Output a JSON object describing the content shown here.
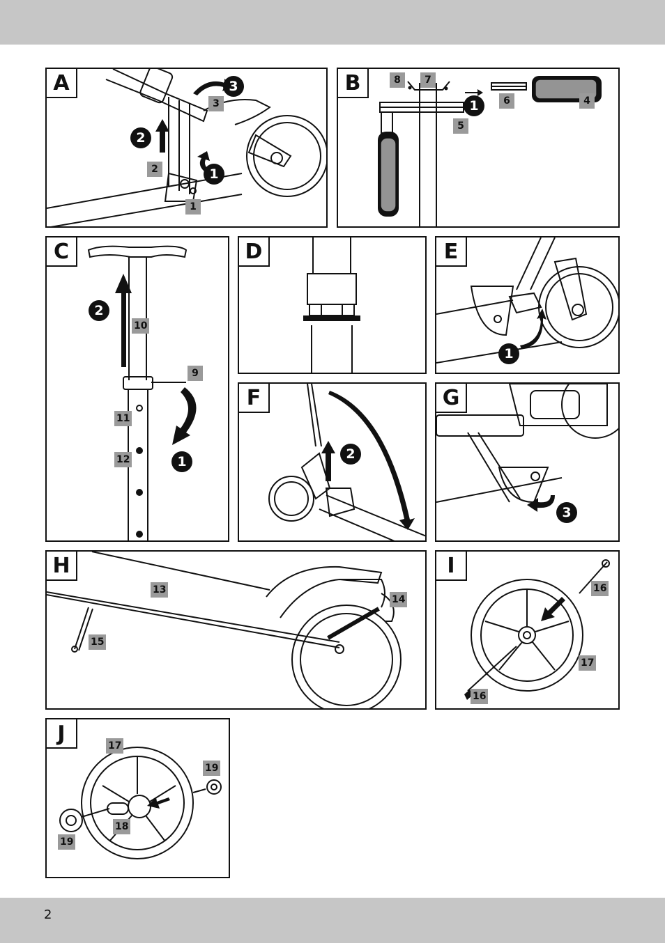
{
  "page": {
    "number": "2"
  },
  "panels": {
    "A": {
      "letter": "A",
      "labels": [
        "1",
        "2",
        "3"
      ],
      "steps": [
        "1",
        "2",
        "3"
      ]
    },
    "B": {
      "letter": "B",
      "labels": [
        "4",
        "5",
        "6",
        "7",
        "8"
      ],
      "steps": [
        "1"
      ]
    },
    "C": {
      "letter": "C",
      "labels": [
        "9",
        "10",
        "11",
        "12"
      ],
      "steps": [
        "1",
        "2"
      ]
    },
    "D": {
      "letter": "D"
    },
    "E": {
      "letter": "E",
      "steps": [
        "1"
      ]
    },
    "F": {
      "letter": "F",
      "steps": [
        "2"
      ]
    },
    "G": {
      "letter": "G",
      "steps": [
        "3"
      ]
    },
    "H": {
      "letter": "H",
      "labels": [
        "13",
        "14",
        "15"
      ]
    },
    "I": {
      "letter": "I",
      "labels": [
        "16",
        "17",
        "16"
      ]
    },
    "J": {
      "letter": "J",
      "labels": [
        "17",
        "19",
        "18",
        "19"
      ]
    }
  }
}
